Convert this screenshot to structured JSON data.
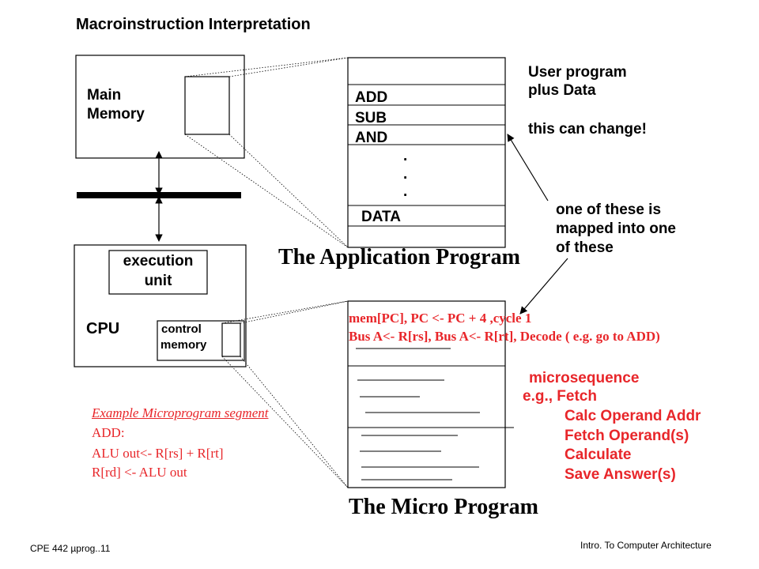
{
  "title": "Macroinstruction Interpretation",
  "main_memory": {
    "label_line1": "Main",
    "label_line2": "Memory"
  },
  "cpu": {
    "label": "CPU",
    "execution_unit_line1": "execution",
    "execution_unit_line2": "unit",
    "control_memory_line1": "control",
    "control_memory_line2": "memory"
  },
  "application_program": {
    "instructions": [
      "ADD",
      "SUB",
      "AND"
    ],
    "dots": [
      ".",
      ".",
      "."
    ],
    "data_label": "DATA",
    "caption": "The Application Program"
  },
  "user_program_note": {
    "line1": "User program",
    "line2": "plus Data",
    "line3": "this can change!"
  },
  "mapping_note": {
    "line1": "one of these is",
    "line2": "mapped into one",
    "line3": "of these"
  },
  "micro_program": {
    "line1": "mem[PC], PC <- PC + 4 ,cycle 1",
    "line2": "Bus A<- R[rs], Bus A<- R[rt], Decode ( e.g. go to ADD)",
    "caption": "The Micro Program"
  },
  "microsequence": {
    "heading": "microsequence",
    "example": "e.g., Fetch",
    "steps": [
      "Calc Operand Addr",
      "Fetch Operand(s)",
      "Calculate",
      "Save Answer(s)"
    ]
  },
  "example_segment": {
    "heading": "Example Microprogram segment",
    "line1": "ADD:",
    "line2": "ALU out<- R[rs] + R[rt]",
    "line3": "R[rd]  <- ALU out"
  },
  "footer": {
    "left": "CPE 442  µprog..11",
    "right": "Intro. To Computer Architecture"
  },
  "colors": {
    "accent": "#e8262a",
    "ink": "#000000"
  }
}
